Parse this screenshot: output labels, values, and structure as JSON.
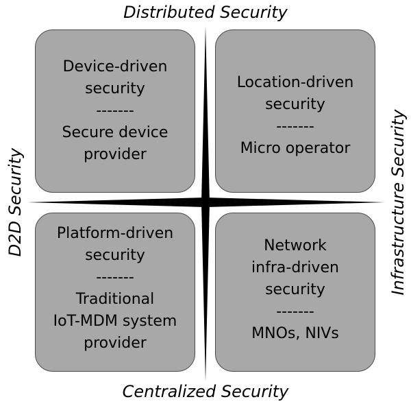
{
  "axes": {
    "top": "Distributed Security",
    "bottom": "Centralized Security",
    "left": "D2D Security",
    "right": "Infrastructure Security"
  },
  "quadrants": {
    "top_left": {
      "lines": [
        "Device-driven",
        "security",
        "-------",
        "Secure device",
        "provider"
      ]
    },
    "top_right": {
      "lines": [
        "Location-driven",
        "security",
        "-------",
        "Micro operator"
      ]
    },
    "bottom_left": {
      "lines": [
        "Platform-driven",
        "security",
        "-------",
        "Traditional",
        "IoT-MDM system",
        "provider"
      ]
    },
    "bottom_right": {
      "lines": [
        "Network",
        "infra-driven",
        "security",
        "-------",
        "MNOs, NIVs"
      ]
    }
  },
  "colors": {
    "quadrant_fill": "#a8a8a8",
    "quadrant_border": "#4a4a4a",
    "axis": "#000000"
  }
}
